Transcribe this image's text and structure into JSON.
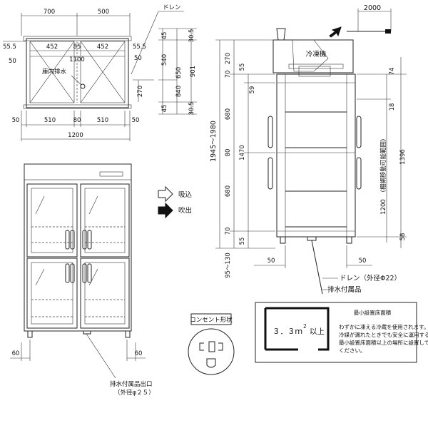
{
  "top_view": {
    "dims_top": [
      "700",
      "500"
    ],
    "drain_label": "ドレン",
    "inner": [
      "452",
      "85",
      "452",
      "1100"
    ],
    "left_offsets": [
      "55.5",
      "50"
    ],
    "right_offsets": [
      "55.5",
      "50",
      "30.5",
      "45",
      "30.5",
      "45"
    ],
    "floor_drain_label": "庫内排水",
    "vertical": [
      "540",
      "650",
      "270",
      "840",
      "901"
    ],
    "bottom": [
      "510",
      "80",
      "510",
      "50",
      "50"
    ],
    "total_width": "1200"
  },
  "front_view": {
    "dims_bottom": [
      "60",
      "60"
    ],
    "drain_outlet_label": "排水付属品出口",
    "drain_outlet_spec": "（外径φ２５）"
  },
  "legend": {
    "intake_label": "吸込",
    "exhaust_label": "吹出"
  },
  "side_view": {
    "top_dim": "2000",
    "unit_label": "冷凍機",
    "left_dims": [
      "270",
      "55",
      "70",
      "59",
      "680",
      "80",
      "680",
      "70",
      "55",
      "1470"
    ],
    "height_range": "1945～1980",
    "leg_range": "95～130",
    "right_dims": [
      "74",
      "18",
      "1396",
      "1200",
      "58"
    ],
    "shelf_range_label": "(棚網移動可能範囲)",
    "bottom_dims": [
      "50",
      "50"
    ],
    "drain_label": "ドレン（外径Φ22）",
    "accessory_label": "排水付属品"
  },
  "outlet": {
    "title": "コンセント形状"
  },
  "installation": {
    "title": "最小設置床面積",
    "area": "３．３ｍ",
    "area_sup": "2",
    "area_suffix": "以上",
    "note": [
      "わずかに凍える冷蔵を使用されます。",
      "冷媒が漏れたときでも安全に運用するため",
      "最小設置床面積以上の場所に設置して",
      "ください。"
    ]
  }
}
